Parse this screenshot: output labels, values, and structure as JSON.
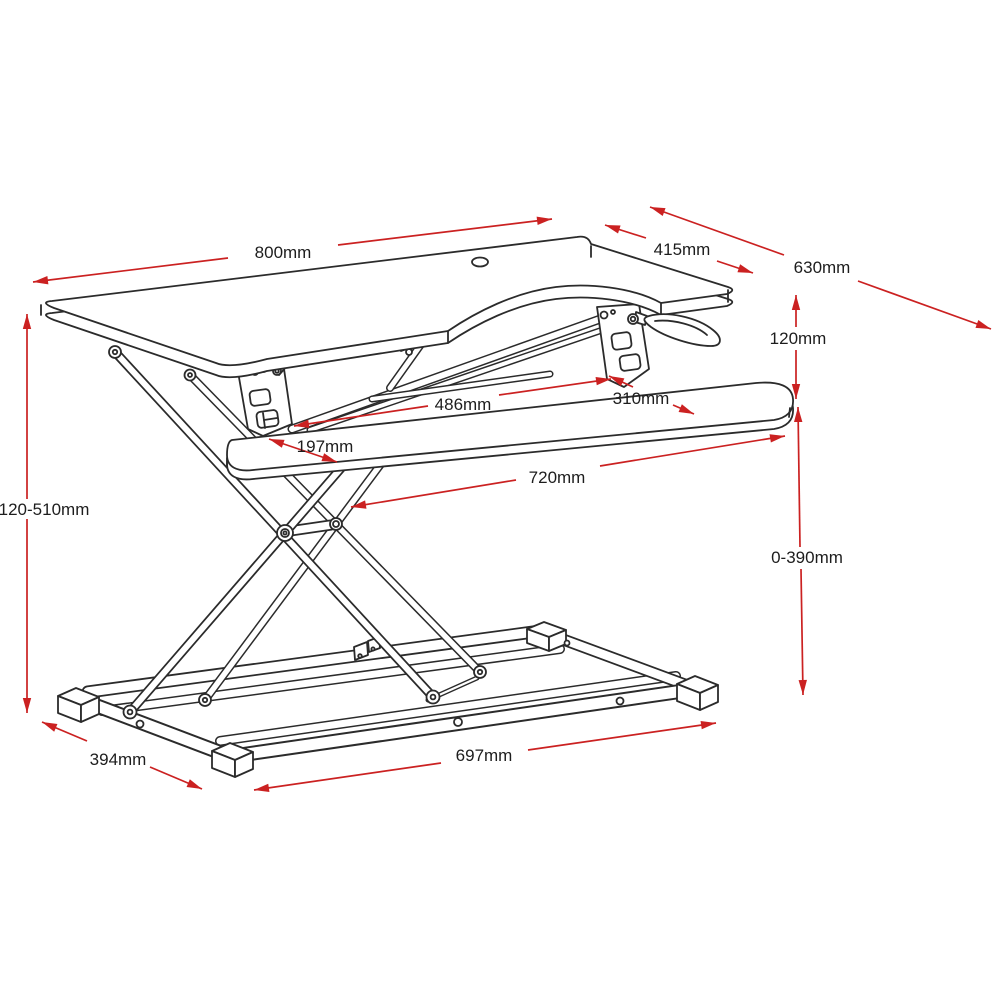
{
  "diagram": {
    "colors": {
      "dimension_accent": "#cb2121",
      "outline": "#2b2b2b",
      "label_text": "#1d1d1d",
      "background": "#ffffff"
    },
    "dimensions": {
      "top_width": "800mm",
      "top_right_depth": "415mm",
      "overall_depth": "630mm",
      "tier_gap": "120mm",
      "tray_clear_width": "486mm",
      "tray_right_depth": "310mm",
      "tray_left_depth": "197mm",
      "tray_width": "720mm",
      "overall_height_range": "120-510mm",
      "lift_height_range": "0-390mm",
      "base_depth": "394mm",
      "base_width": "697mm"
    }
  }
}
